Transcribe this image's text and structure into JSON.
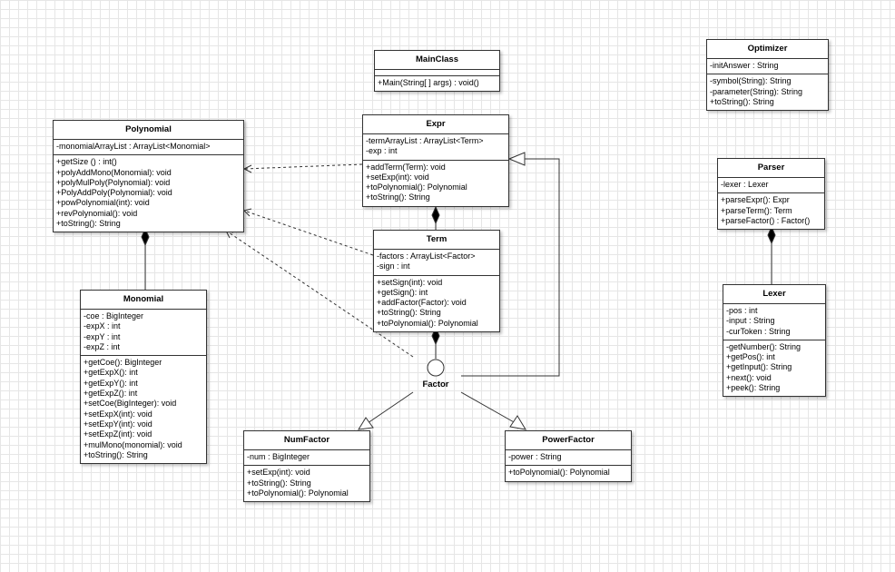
{
  "classes": {
    "main_class": {
      "name": "MainClass",
      "attributes": [],
      "methods": [
        "+Main(String[ ] args) : void()"
      ]
    },
    "optimizer": {
      "name": "Optimizer",
      "attributes": [
        "-initAnswer : String"
      ],
      "methods": [
        "-symbol(String): String",
        "-parameter(String): String",
        "+toString(): String"
      ]
    },
    "polynomial": {
      "name": "Polynomial",
      "attributes": [
        "-monomialArrayList : ArrayList<Monomial>"
      ],
      "methods": [
        "+getSize () : int()",
        "+polyAddMono(Monomial): void",
        "+polyMulPoly(Polynomial): void",
        "+PolyAddPoly(Polynomial): void",
        "+powPolynomial(int): void",
        "+revPolynomial(): void",
        "+toString(): String"
      ]
    },
    "expr": {
      "name": "Expr",
      "attributes": [
        "-termArrayList : ArrayList<Term>",
        "-exp : int"
      ],
      "methods": [
        "+addTerm(Term): void",
        "+setExp(int): void",
        "+toPolynomial(): Polynomial",
        "+toString(): String"
      ]
    },
    "parser": {
      "name": "Parser",
      "attributes": [
        "-lexer : Lexer"
      ],
      "methods": [
        "+parseExpr(): Expr",
        "+parseTerm(): Term",
        "+parseFactor() : Factor()"
      ]
    },
    "term": {
      "name": "Term",
      "attributes": [
        "-factors : ArrayList<Factor>",
        "-sign : int"
      ],
      "methods": [
        "+setSign(int): void",
        "+getSign(): int",
        "+addFactor(Factor): void",
        "+toString(): String",
        "+toPolynomial(): Polynomial"
      ]
    },
    "monomial": {
      "name": "Monomial",
      "attributes": [
        "-coe : BigInteger",
        "-expX : int",
        "-expY : int",
        "-expZ : int"
      ],
      "methods": [
        "+getCoe(): BigInteger",
        "+getExpX(): int",
        "+getExpY(): int",
        "+getExpZ(): int",
        "+setCoe(BigInteger): void",
        "+setExpX(int): void",
        "+setExpY(int): void",
        "+setExpZ(int): void",
        "+mulMono(monomial): void",
        "+toString(): String"
      ]
    },
    "lexer": {
      "name": "Lexer",
      "attributes": [
        "-pos : int",
        "-input : String",
        "-curToken : String"
      ],
      "methods": [
        "-getNumber(): String",
        "+getPos(): int",
        "+getInput(): String",
        "+next(): void",
        "+peek(): String"
      ]
    },
    "num_factor": {
      "name": "NumFactor",
      "attributes": [
        "-num : BigInteger"
      ],
      "methods": [
        "+setExp(int): void",
        "+toString(): String",
        "+toPolynomial(): Polynomial"
      ]
    },
    "power_factor": {
      "name": "PowerFactor",
      "attributes": [
        "-power : String"
      ],
      "methods": [
        "+toPolynomial(): Polynomial"
      ]
    }
  },
  "interface_label": "Factor"
}
